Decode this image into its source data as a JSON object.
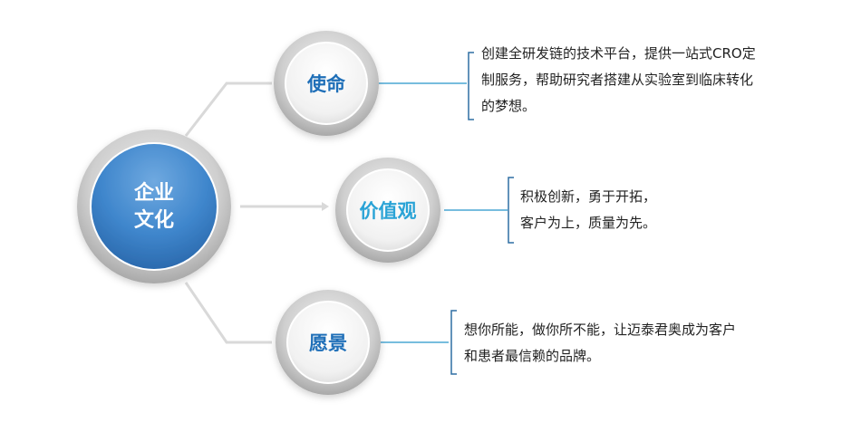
{
  "center": {
    "label_line1": "企业",
    "label_line2": "文化"
  },
  "items": [
    {
      "key": "mission",
      "title": "使命",
      "lines": [
        "创建全研发链的技术平台，提供一站式CRO定",
        "制服务，帮助研究者搭建从实验室到临床转化",
        "的梦想。"
      ]
    },
    {
      "key": "values",
      "title": "价值观",
      "lines": [
        "积极创新，勇于开拓，",
        "客户为上，质量为先。"
      ]
    },
    {
      "key": "vision",
      "title": "愿景",
      "lines": [
        "想你所能，做你所不能，让迈泰君奥成为客户",
        "和患者最信赖的品牌。"
      ]
    }
  ],
  "colors": {
    "center_fill": "#3f86cc",
    "title_text": "#1f6fb8",
    "values_title_text": "#2aa3d6",
    "bracket": "#2f6fa3",
    "leader": "#4aa7d4",
    "connector": "#d9d9d9"
  }
}
